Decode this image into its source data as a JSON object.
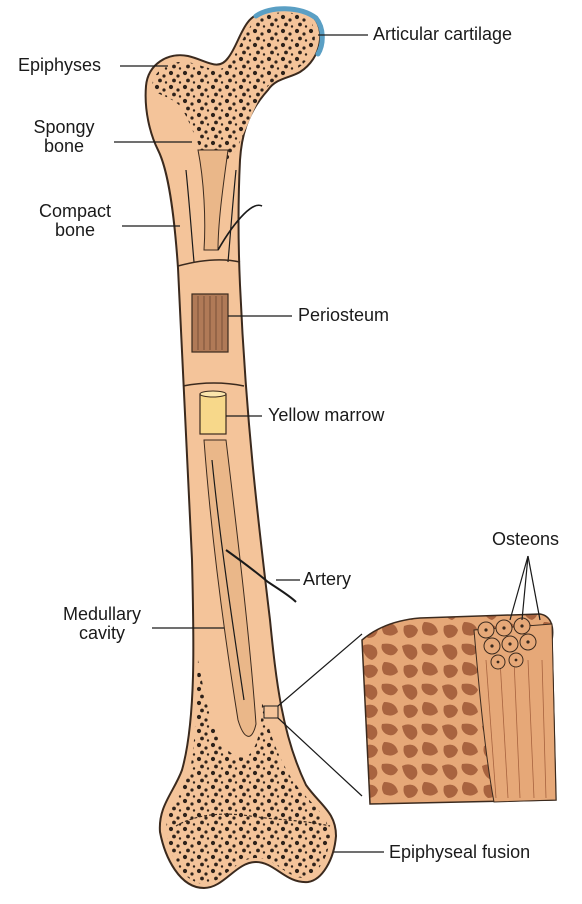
{
  "labels": {
    "articular_cartilage": "Articular cartilage",
    "epiphyses": "Epiphyses",
    "spongy_bone_1": "Spongy",
    "spongy_bone_2": "bone",
    "compact_bone_1": "Compact",
    "compact_bone_2": "bone",
    "periosteum": "Periosteum",
    "yellow_marrow": "Yellow marrow",
    "artery": "Artery",
    "medullary_cavity_1": "Medullary",
    "medullary_cavity_2": "cavity",
    "osteons": "Osteons",
    "epiphyseal_fusion": "Epiphyseal fusion"
  },
  "colors": {
    "bone_fill": "#f4c49a",
    "bone_stroke": "#3b2a1e",
    "spongy_dot": "#2e221a",
    "cartilage": "#5a9fc4",
    "marrow": "#f7d88a",
    "periosteum": "#b07a57",
    "cavity": "#eab789",
    "block_dark": "#a8633f",
    "block_light": "#e6a878"
  }
}
